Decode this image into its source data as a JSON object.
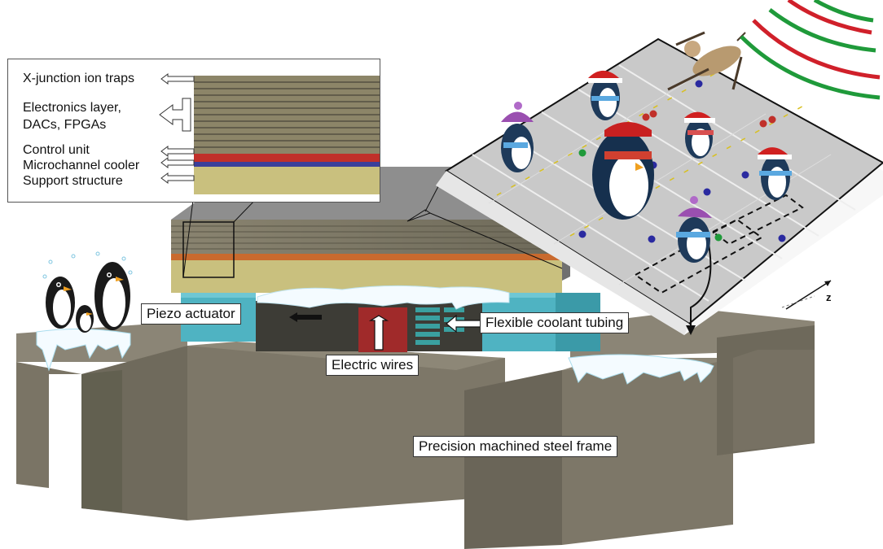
{
  "legend": {
    "x_junction": "X-junction ion traps",
    "electronics_1": "Electronics layer,",
    "electronics_2": "DACs, FPGAs",
    "control": "Control unit",
    "cooler": "Microchannel cooler",
    "support": "Support structure"
  },
  "labels": {
    "piezo": "Piezo actuator",
    "coolant": "Flexible coolant tubing",
    "wires": "Electric wires",
    "frame": "Precision machined steel frame",
    "axis_z": "z"
  },
  "colors": {
    "frame": "#7b7566",
    "frame_dark": "#5f5a4e",
    "frame_light": "#8d8777",
    "stack_tan": "#c9c07e",
    "layer_dark": "#4a463a",
    "control_red": "#c0302a",
    "cooler_blue": "#3a3f9a",
    "piezo_cyan": "#4fb3c2",
    "chip_gray": "#c8c8c8",
    "rail_red": "#d0202a",
    "rail_green": "#1f9a3a",
    "snow": "#f4fbff",
    "icicle": "#a9ddee"
  },
  "illustrations": [
    "penguin-family-illustration",
    "skating-penguins-illustration",
    "sledding-creature-illustration"
  ]
}
